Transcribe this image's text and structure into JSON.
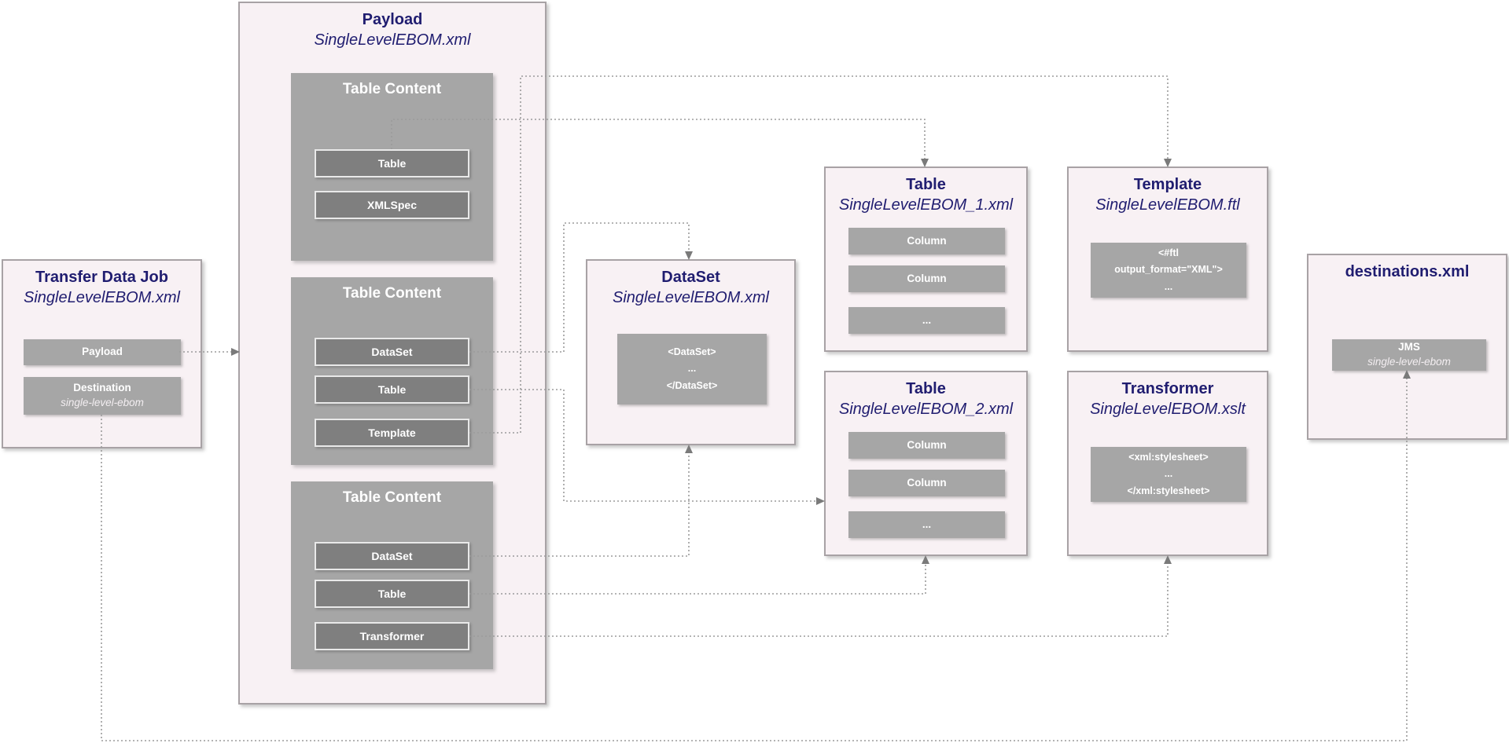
{
  "colors": {
    "title_navy": "#201d70",
    "box_fill": "#f8f1f4",
    "box_border": "#a8a2a5",
    "panel_gray": "#a6a6a6",
    "item_gray": "#7f7f7f",
    "connector_gray": "#9b9b9b",
    "arrow_gray": "#7a7a7a"
  },
  "transfer_job": {
    "title": "Transfer Data Job",
    "subtitle": "SingleLevelEBOM.xml",
    "payload_label": "Payload",
    "destination_label": "Destination",
    "destination_value": "single-level-ebom"
  },
  "payload": {
    "title": "Payload",
    "subtitle": "SingleLevelEBOM.xml",
    "table_contents": [
      {
        "title": "Table Content",
        "items": [
          "Table",
          "XMLSpec"
        ]
      },
      {
        "title": "Table Content",
        "items": [
          "DataSet",
          "Table",
          "Template"
        ]
      },
      {
        "title": "Table Content",
        "items": [
          "DataSet",
          "Table",
          "Transformer"
        ]
      }
    ]
  },
  "dataset": {
    "title": "DataSet",
    "subtitle": "SingleLevelEBOM.xml",
    "code": [
      "<DataSet>",
      "...",
      "</DataSet>"
    ]
  },
  "table1": {
    "title": "Table",
    "subtitle": "SingleLevelEBOM_1.xml",
    "items": [
      "Column",
      "Column",
      "..."
    ]
  },
  "template": {
    "title": "Template",
    "subtitle": "SingleLevelEBOM.ftl",
    "code": [
      "<#ftl",
      "output_format=\"XML\">",
      "..."
    ]
  },
  "table2": {
    "title": "Table",
    "subtitle": "SingleLevelEBOM_2.xml",
    "items": [
      "Column",
      "Column",
      "..."
    ]
  },
  "transformer": {
    "title": "Transformer",
    "subtitle": "SingleLevelEBOM.xslt",
    "code": [
      "<xml:stylesheet>",
      "...",
      "</xml:stylesheet>"
    ]
  },
  "destinations": {
    "title": "destinations.xml",
    "jms_label": "JMS",
    "jms_value": "single-level-ebom"
  }
}
